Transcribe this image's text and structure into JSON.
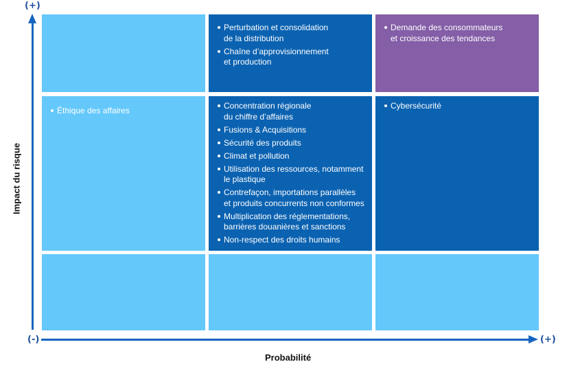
{
  "axes": {
    "y_title": "Impact du risque",
    "x_title": "Probabilité",
    "y_max_marker": "(+)",
    "origin_marker": "(-)",
    "x_max_marker": "(+)"
  },
  "matrix": {
    "colors": {
      "light": "#64c8fb",
      "dark": "#0b62b1",
      "purple": "#845ea7",
      "axis": "#1565c0",
      "marker": "#1f4e9c"
    },
    "high_impact": {
      "low_prob": [],
      "mid_prob": [
        "Perturbation et consolidation\nde la distribution",
        "Chaîne d’approvisionnement\net production"
      ],
      "high_prob": [
        "Demande des consommateurs\net croissance des tendances"
      ]
    },
    "mid_impact": {
      "low_prob": [
        "Éthique des affaires"
      ],
      "mid_prob": [
        "Concentration régionale\ndu chiffre d’affaires",
        "Fusions & Acquisitions",
        "Sécurité des produits",
        "Climat et pollution",
        "Utilisation des ressources, notamment\nle plastique",
        "Contrefaçon, importations parallèles\net produits concurrents non conformes",
        "Multiplication des réglementations,\nbarrières douanières et sanctions",
        "Non-respect des droits humains"
      ],
      "high_prob": [
        "Cybersécurité"
      ]
    },
    "low_impact": {
      "low_prob": [],
      "mid_prob": [],
      "high_prob": []
    }
  }
}
